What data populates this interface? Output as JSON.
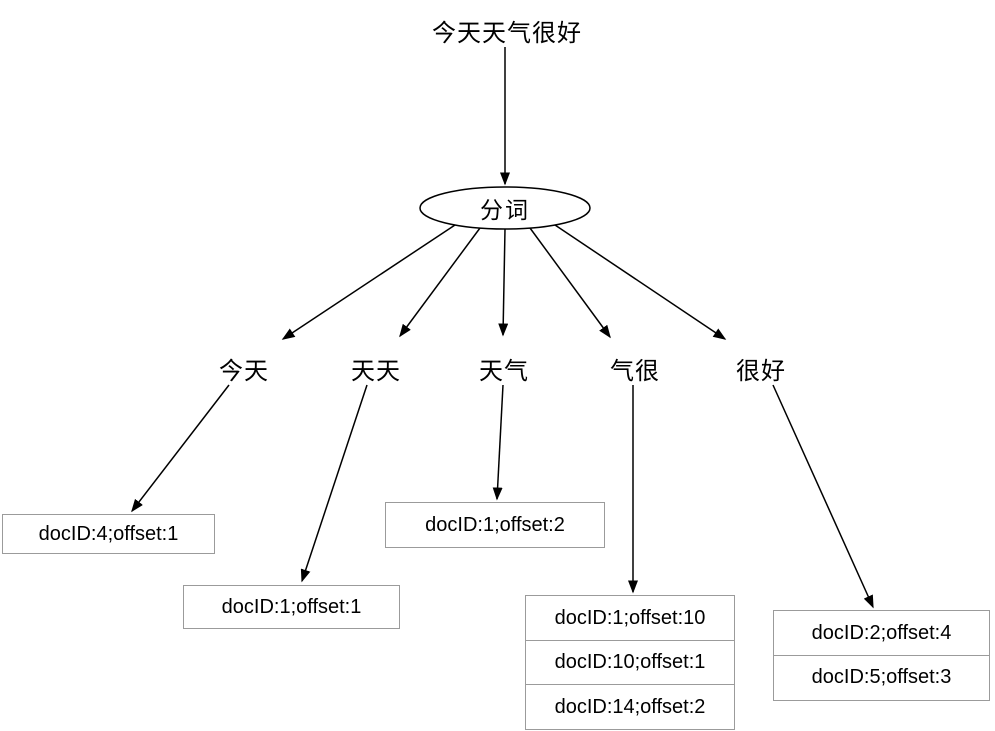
{
  "diagram": {
    "title": "今天天气很好",
    "segment_node_label": "分词",
    "tokens": [
      {
        "label": "今天",
        "postings": [
          "docID:4;offset:1"
        ]
      },
      {
        "label": "天天",
        "postings": [
          "docID:1;offset:1"
        ]
      },
      {
        "label": "天气",
        "postings": [
          "docID:1;offset:2"
        ]
      },
      {
        "label": "气很",
        "postings": [
          "docID:1;offset:10",
          "docID:10;offset:1",
          "docID:14;offset:2"
        ]
      },
      {
        "label": "很好",
        "postings": [
          "docID:2;offset:4",
          "docID:5;offset:3"
        ]
      }
    ],
    "colors": {
      "ink": "#000000",
      "box_border": "#9b9b9b",
      "background": "#ffffff"
    }
  }
}
